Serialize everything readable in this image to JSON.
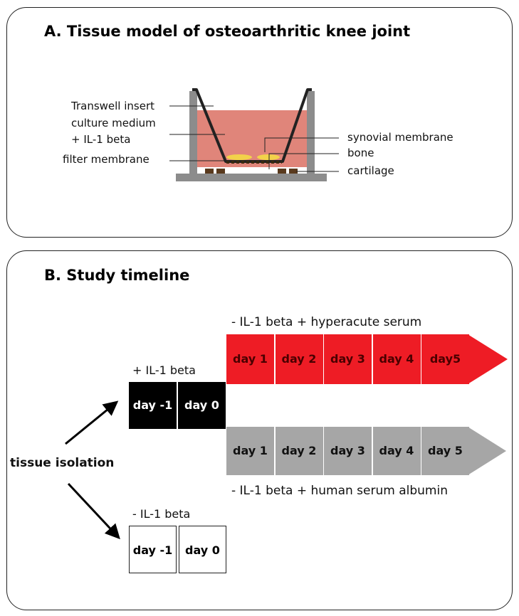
{
  "panel_a": {
    "title": "A. Tissue model of osteoarthritic knee joint",
    "labels": {
      "transwell": "Transwell insert",
      "medium_line1": "culture medium",
      "medium_line2": "+ IL-1 beta",
      "filter": "filter membrane",
      "synovial": "synovial membrane",
      "bone": "bone",
      "cartilage": "cartilage"
    }
  },
  "panel_b": {
    "title": "B. Study timeline",
    "tissue_isolation": "tissue isolation",
    "with_il1": {
      "label": "+ IL-1 beta",
      "days": [
        "day -1",
        "day 0"
      ]
    },
    "without_il1": {
      "label": "- IL-1 beta",
      "days": [
        "day -1",
        "day 0"
      ]
    },
    "hyperacute": {
      "label": "- IL-1 beta + hyperacute serum",
      "days": [
        "day 1",
        "day 2",
        "day 3",
        "day 4",
        "day5"
      ],
      "color": "#ee1c25"
    },
    "albumin": {
      "label": "- IL-1 beta + human serum albumin",
      "days": [
        "day 1",
        "day 2",
        "day 3",
        "day 4",
        "day 5"
      ],
      "color": "#a6a6a6"
    }
  }
}
